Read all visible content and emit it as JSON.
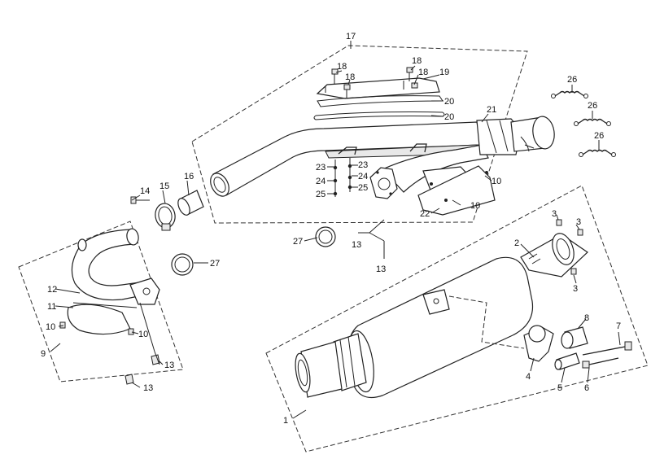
{
  "callouts": {
    "c1": "1",
    "c2": "2",
    "c3a": "3",
    "c3b": "3",
    "c3c": "3",
    "c4": "4",
    "c5": "5",
    "c6": "6",
    "c7": "7",
    "c8": "8",
    "c9": "9",
    "c10a": "10",
    "c10b": "10",
    "c10c": "10",
    "c10d": "10",
    "c11": "11",
    "c12": "12",
    "c13a": "13",
    "c13b": "13",
    "c13c": "13",
    "c13d": "13",
    "c14": "14",
    "c15": "15",
    "c16": "16",
    "c17": "17",
    "c18a": "18",
    "c18b": "18",
    "c18c": "18",
    "c19": "19",
    "c20a": "20",
    "c20b": "20",
    "c21": "21",
    "c22": "22",
    "c23a": "23",
    "c23b": "23",
    "c24a": "24",
    "c24b": "24",
    "c25a": "25",
    "c25b": "25",
    "c26a": "26",
    "c26b": "26",
    "c26c": "26",
    "c27a": "27",
    "c27b": "27"
  }
}
